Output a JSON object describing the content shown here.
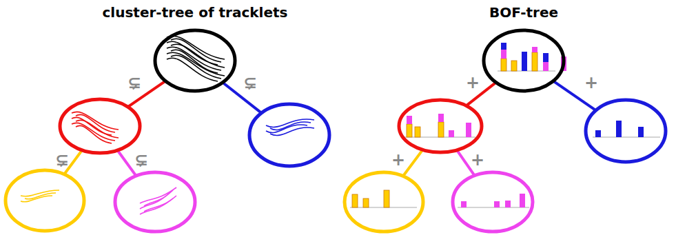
{
  "diagram": {
    "nodes": [
      {
        "text": [
          "cluster-tree of tracklets"
        ]
      },
      {
        "text": []
      },
      {
        "text": []
      },
      {
        "text": []
      },
      {
        "text": []
      },
      {
        "text": [
          "BOF-tree"
        ]
      },
      {
        "text": []
      },
      {
        "text": []
      },
      {
        "text": []
      },
      {
        "text": []
      }
    ],
    "edges": [
      {
        "from": 0,
        "to": 1,
        "arrow": "none",
        "label": "⊊"
      },
      {
        "from": 0,
        "to": 2,
        "arrow": "none",
        "label": "⊊"
      },
      {
        "from": 1,
        "to": 3,
        "arrow": "none",
        "label": "⊊"
      },
      {
        "from": 1,
        "to": 4,
        "arrow": "none",
        "label": "⊊"
      },
      {
        "from": 5,
        "to": 6,
        "arrow": "none",
        "label": "+"
      },
      {
        "from": 5,
        "to": 7,
        "arrow": "none",
        "label": "+"
      },
      {
        "from": 6,
        "to": 8,
        "arrow": "none",
        "label": "+"
      },
      {
        "from": 6,
        "to": 9,
        "arrow": "none",
        "label": "+"
      }
    ]
  }
}
